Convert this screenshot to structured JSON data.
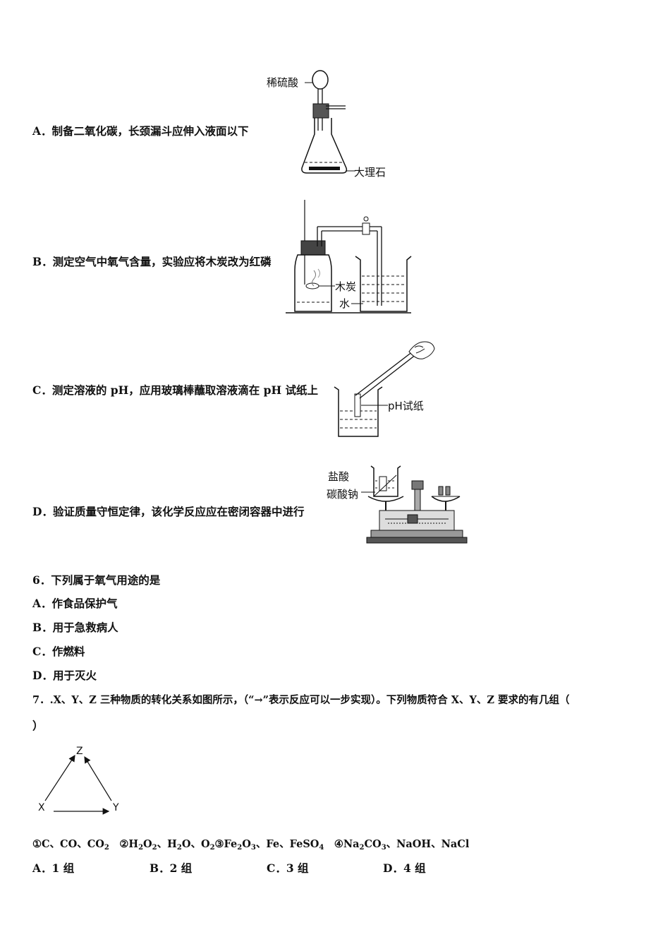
{
  "q5": {
    "options": [
      {
        "label": "A．制备二氧化碳，长颈漏斗应伸入液面以下"
      },
      {
        "label": "B．测定空气中氧气含量，实验应将木炭改为红磷"
      },
      {
        "label": "C．测定溶液的 pH，应用玻璃棒蘸取溶液滴在 pH 试纸上"
      },
      {
        "label": "D．验证质量守恒定律，该化学反应应在密闭容器中进行"
      }
    ],
    "figures": {
      "a": {
        "label_top": "稀硫酸",
        "label_bottom": "大理石"
      },
      "b": {
        "label_charcoal": "木炭",
        "label_water": "水"
      },
      "c": {
        "label_paper": "pH试纸"
      },
      "d": {
        "label_acid": "盐酸",
        "label_carbonate": "碳酸钠"
      }
    }
  },
  "q6": {
    "stem": "6．下列属于氧气用途的是",
    "options": [
      {
        "label": "A．作食品保护气"
      },
      {
        "label": "B．用于急救病人"
      },
      {
        "label": "C．作燃料"
      },
      {
        "label": "D．用于灭火"
      }
    ]
  },
  "q7": {
    "stem_line1": "7．.X、Y、Z 三种物质的转化关系如图所示，（“→”表示反应可以一步实现）。下列物质符合 X、Y、Z 要求的有几组（",
    "stem_line2": "）",
    "diagram": {
      "x": "X",
      "y": "Y",
      "z": "Z"
    },
    "groups": {
      "g1_prefix": "①C、CO、CO",
      "g1_sub": "2",
      "g2_a": "②H",
      "g2_a_sub1": "2",
      "g2_b": "O",
      "g2_b_sub": "2",
      "g2_c": "、H",
      "g2_c_sub": "2",
      "g2_d": "O、O",
      "g2_d_sub": "2",
      "g3_a": "③Fe",
      "g3_a_sub": "2",
      "g3_b": "O",
      "g3_b_sub": "3",
      "g3_c": "、Fe、FeSO",
      "g3_c_sub": "4",
      "g4_a": "④Na",
      "g4_a_sub": "2",
      "g4_b": "CO",
      "g4_b_sub": "3",
      "g4_c": "、NaOH、NaCl"
    },
    "answers": [
      {
        "label": "A．1 组"
      },
      {
        "label": "B．2 组"
      },
      {
        "label": "C．3 组"
      },
      {
        "label": "D．4 组"
      }
    ]
  }
}
